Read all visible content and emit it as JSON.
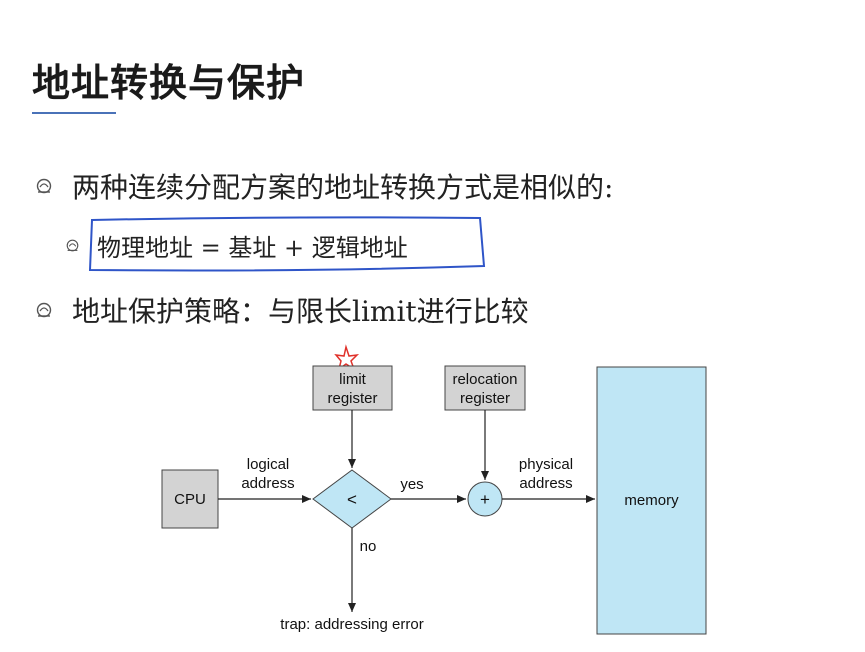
{
  "slide": {
    "title": "地址转换与保护",
    "bullets": [
      {
        "text": "两种连续分配方案的地址转换方式是相似的:"
      },
      {
        "text": "物理地址 = 基址 + 逻辑地址"
      },
      {
        "text": "地址保护策略：与限长limit进行比较"
      }
    ]
  },
  "diagram": {
    "cpu": "CPU",
    "limit_register": [
      "limit",
      "register"
    ],
    "relocation_register": [
      "relocation",
      "register"
    ],
    "comparator": "<",
    "adder": "+",
    "memory": "memory",
    "logical_address": [
      "logical",
      "address"
    ],
    "physical_address": [
      "physical",
      "address"
    ],
    "yes": "yes",
    "no": "no",
    "trap": "trap: addressing error"
  },
  "colors": {
    "box_gray": "#d3d3d3",
    "shape_blue": "#bfe6f5",
    "annotation_blue": "#2f55c8",
    "annotation_red": "#e0312a",
    "title_underline": "#4a72b8"
  }
}
